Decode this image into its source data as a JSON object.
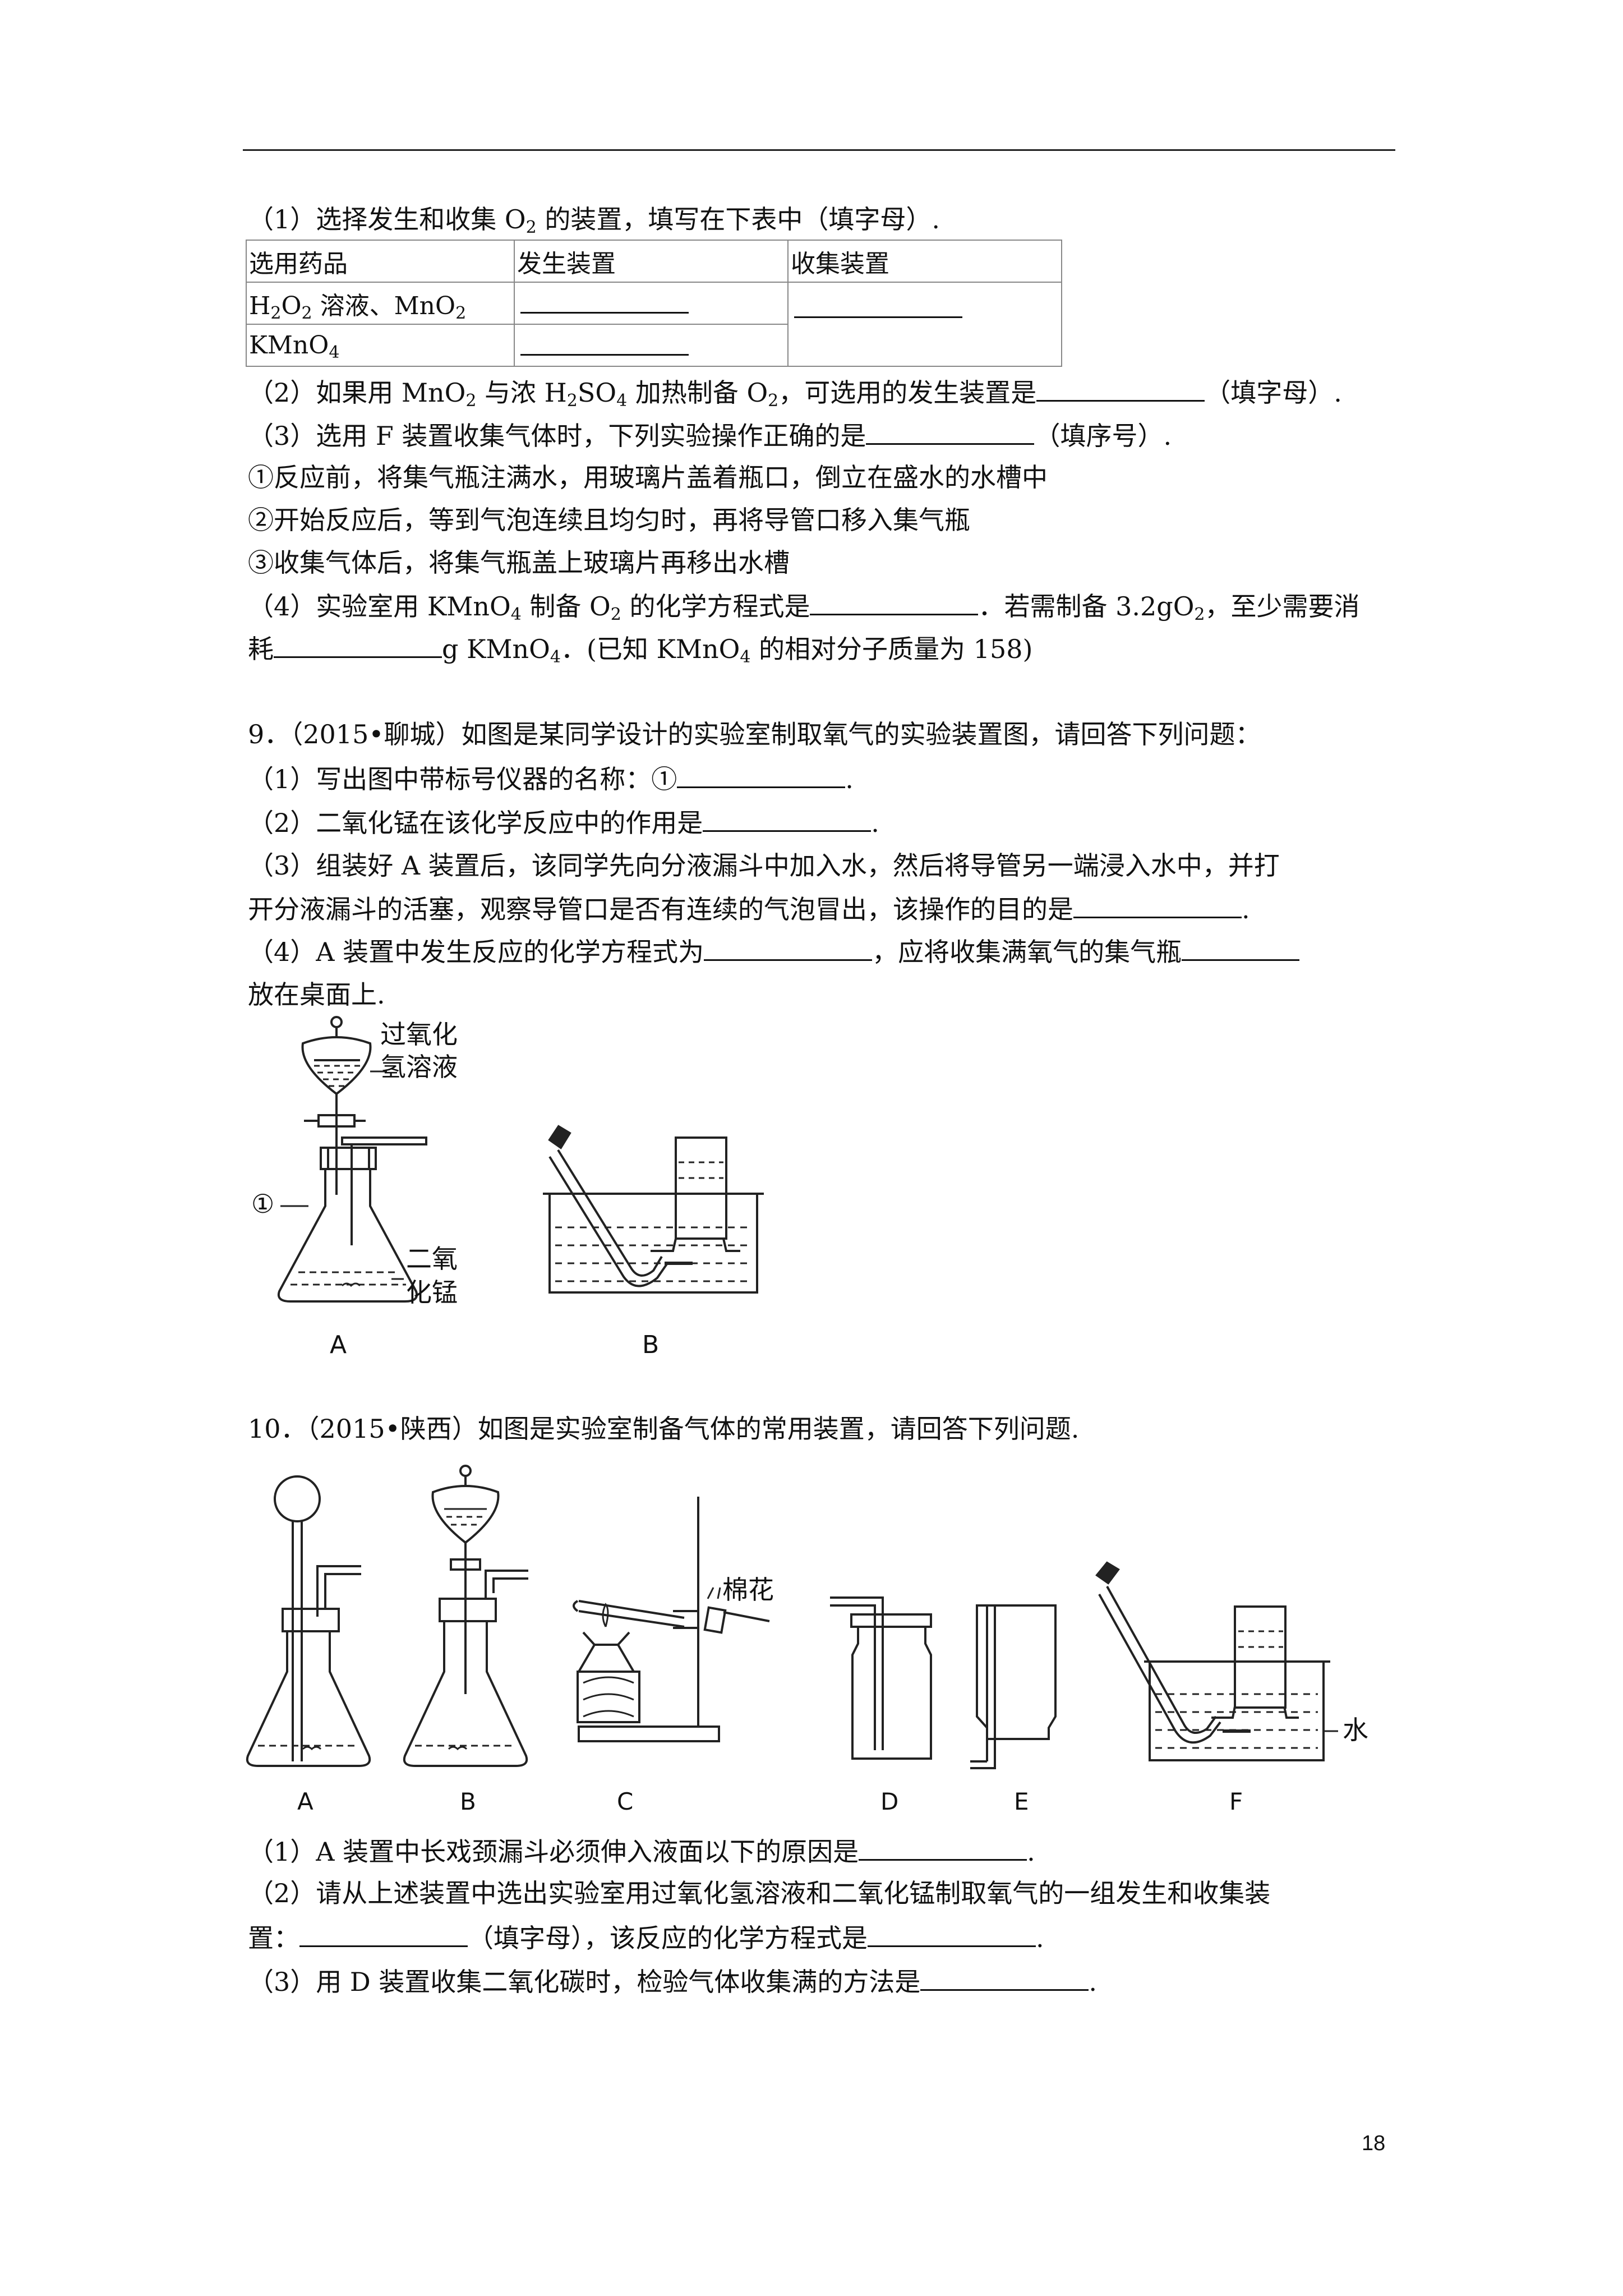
{
  "q8": {
    "p1": "（1）选择发生和收集 O",
    "p1_sub": "2",
    "p1_tail": " 的装置，填写在下表中（填字母）.",
    "table": {
      "headers": [
        "选用药品",
        "发生装置",
        "收集装置"
      ],
      "row1_a": "H",
      "row1_s1": "2",
      "row1_b": "O",
      "row1_s2": "2",
      "row1_c": " 溶液、MnO",
      "row1_s3": "2",
      "row2_a": "KMnO",
      "row2_s1": "4"
    },
    "p2_a": "（2）如果用 MnO",
    "p2_s1": "2",
    "p2_b": " 与浓 H",
    "p2_s2": "2",
    "p2_c": "SO",
    "p2_s3": "4",
    "p2_d": " 加热制备 O",
    "p2_s4": "2",
    "p2_e": "，可选用的发生装置是",
    "p2_f": "（填字母）.",
    "p3_a": "（3）选用 F 装置收集气体时，下列实验操作正确的是",
    "p3_b": "（填序号）.",
    "opt1": "①反应前，将集气瓶注满水，用玻璃片盖着瓶口，倒立在盛水的水槽中",
    "opt2": "②开始反应后，等到气泡连续且均匀时，再将导管口移入集气瓶",
    "opt3": "③收集气体后，将集气瓶盖上玻璃片再移出水槽",
    "p4_a": "（4）实验室用 KMnO",
    "p4_s1": "4",
    "p4_b": " 制备 O",
    "p4_s2": "2",
    "p4_c": " 的化学方程式是",
    "p4_d": "．若需制备 3.2gO",
    "p4_s3": "2",
    "p4_e": "，至少需要消",
    "p4_f": "耗",
    "p4_g": "g KMnO",
    "p4_s4": "4",
    "p4_h": "．(已知 KMnO",
    "p4_s5": "4",
    "p4_i": " 的相对分子质量为 158)"
  },
  "q9": {
    "stem": "9．（2015•聊城）如图是某同学设计的实验室制取氧气的实验装置图，请回答下列问题：",
    "p1_a": "（1）写出图中带标号仪器的名称：①",
    "p1_b": ".",
    "p2_a": "（2）二氧化锰在该化学反应中的作用是",
    "p2_b": ".",
    "p3_line1": "（3）组装好 A 装置后，该同学先向分液漏斗中加入水，然后将导管另一端浸入水中，并打",
    "p3_line2_a": "开分液漏斗的活塞，观察导管口是否有连续的气泡冒出，该操作的目的是",
    "p3_line2_b": ".",
    "p4_a": "（4）A 装置中发生反应的化学方程式为",
    "p4_b": "，应将收集满氧气的集气瓶",
    "p4_c": "放在桌面上.",
    "fig": {
      "label_h2o2_1": "过氧化",
      "label_h2o2_2": "氢溶液",
      "label_mno2_1": "二氧",
      "label_mno2_2": "化锰",
      "label_circle1": "①",
      "label_A": "A",
      "label_B": "B"
    }
  },
  "q10": {
    "stem": "10．（2015•陕西）如图是实验室制备气体的常用装置，请回答下列问题.",
    "fig": {
      "labels": [
        "A",
        "B",
        "C",
        "D",
        "E",
        "F"
      ],
      "cotton": "棉花",
      "water": "水"
    },
    "p1_a": "（1）A 装置中长戏颈漏斗必须伸入液面以下的原因是",
    "p1_b": ".",
    "p2_line1": "（2）请从上述装置中选出实验室用过氧化氢溶液和二氧化锰制取氧气的一组发生和收集装",
    "p2_a": "置：",
    "p2_b": "（填字母），该反应的化学方程式是",
    "p2_c": ".",
    "p3_a": "（3）用 D 装置收集二氧化碳时，检验气体收集满的方法是",
    "p3_b": "."
  },
  "page_number": "18"
}
